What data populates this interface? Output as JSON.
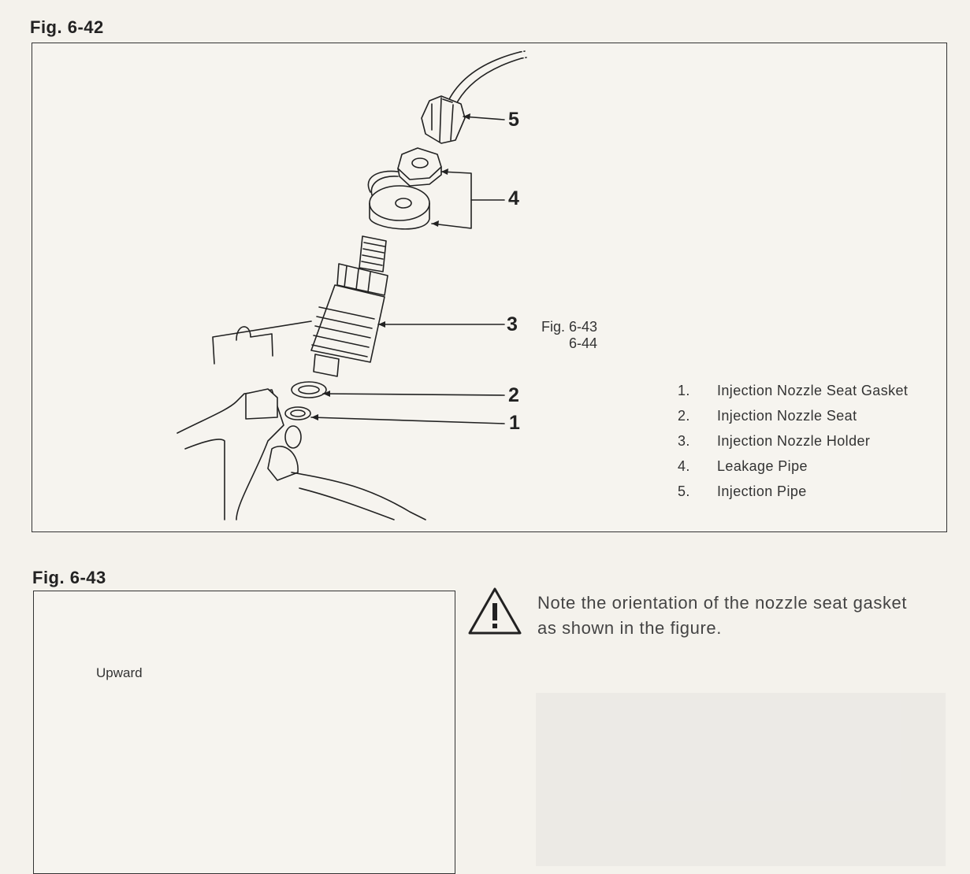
{
  "fig42": {
    "title": "Fig. 6-42",
    "callouts": [
      "5",
      "4",
      "3",
      "2",
      "1"
    ],
    "xref_line1": "Fig. 6-43",
    "xref_line2": "6-44",
    "legend": [
      {
        "num": "1.",
        "label": "Injection Nozzle Seat Gasket"
      },
      {
        "num": "2.",
        "label": "Injection Nozzle Seat"
      },
      {
        "num": "3.",
        "label": "Injection Nozzle Holder"
      },
      {
        "num": "4.",
        "label": "Leakage Pipe"
      },
      {
        "num": "5.",
        "label": "Injection Pipe"
      }
    ]
  },
  "fig43": {
    "title": "Fig. 6-43",
    "upward_label": "Upward"
  },
  "note": {
    "icon": "warning-triangle-icon",
    "text_line1": "Note the orientation of the nozzle seat gasket",
    "text_line2": "as shown in the figure."
  }
}
